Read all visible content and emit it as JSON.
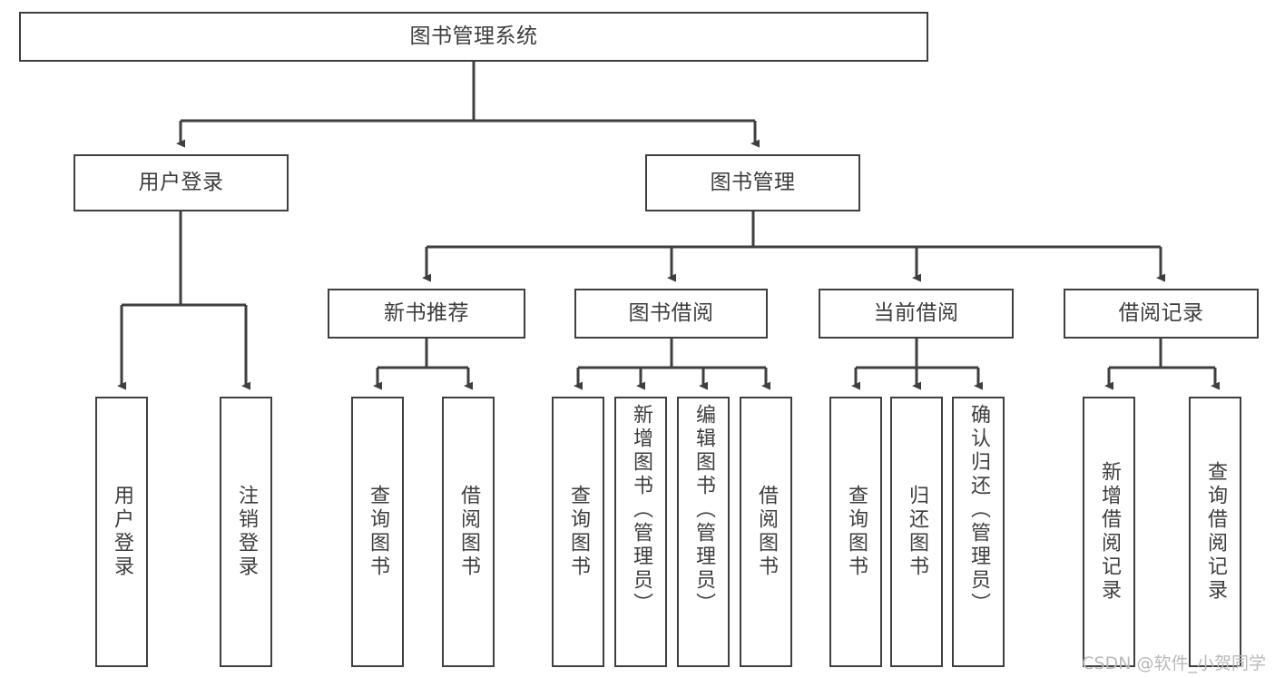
{
  "diagram": {
    "title": "图书管理系统",
    "watermark": "CSDN @软件_小贺同学",
    "colors": {
      "box_border": "#3f3f3f",
      "box_fill": "#ffffff",
      "text": "#3d3d3d",
      "connector": "#3f3f3f",
      "watermark": "#b9b9b9",
      "background": "#ffffff"
    },
    "root": {
      "label": "图书管理系统"
    },
    "level2": [
      {
        "label": "用户登录"
      },
      {
        "label": "图书管理"
      }
    ],
    "level3": [
      {
        "label": "新书推荐"
      },
      {
        "label": "图书借阅"
      },
      {
        "label": "当前借阅"
      },
      {
        "label": "借阅记录"
      }
    ],
    "leaves": {
      "user_login": [
        {
          "label": "用户登录"
        },
        {
          "label": "注销登录"
        }
      ],
      "new_book": [
        {
          "label": "查询图书"
        },
        {
          "label": "借阅图书"
        }
      ],
      "book_borrow": [
        {
          "label": "查询图书"
        },
        {
          "label": "新增图书（管理员）"
        },
        {
          "label": "编辑图书（管理员）"
        },
        {
          "label": "借阅图书"
        }
      ],
      "current_borrow": [
        {
          "label": "查询图书"
        },
        {
          "label": "归还图书"
        },
        {
          "label": "确认归还（管理员）"
        }
      ],
      "borrow_record": [
        {
          "label": "新增借阅记录"
        },
        {
          "label": "查询借阅记录"
        }
      ]
    }
  }
}
